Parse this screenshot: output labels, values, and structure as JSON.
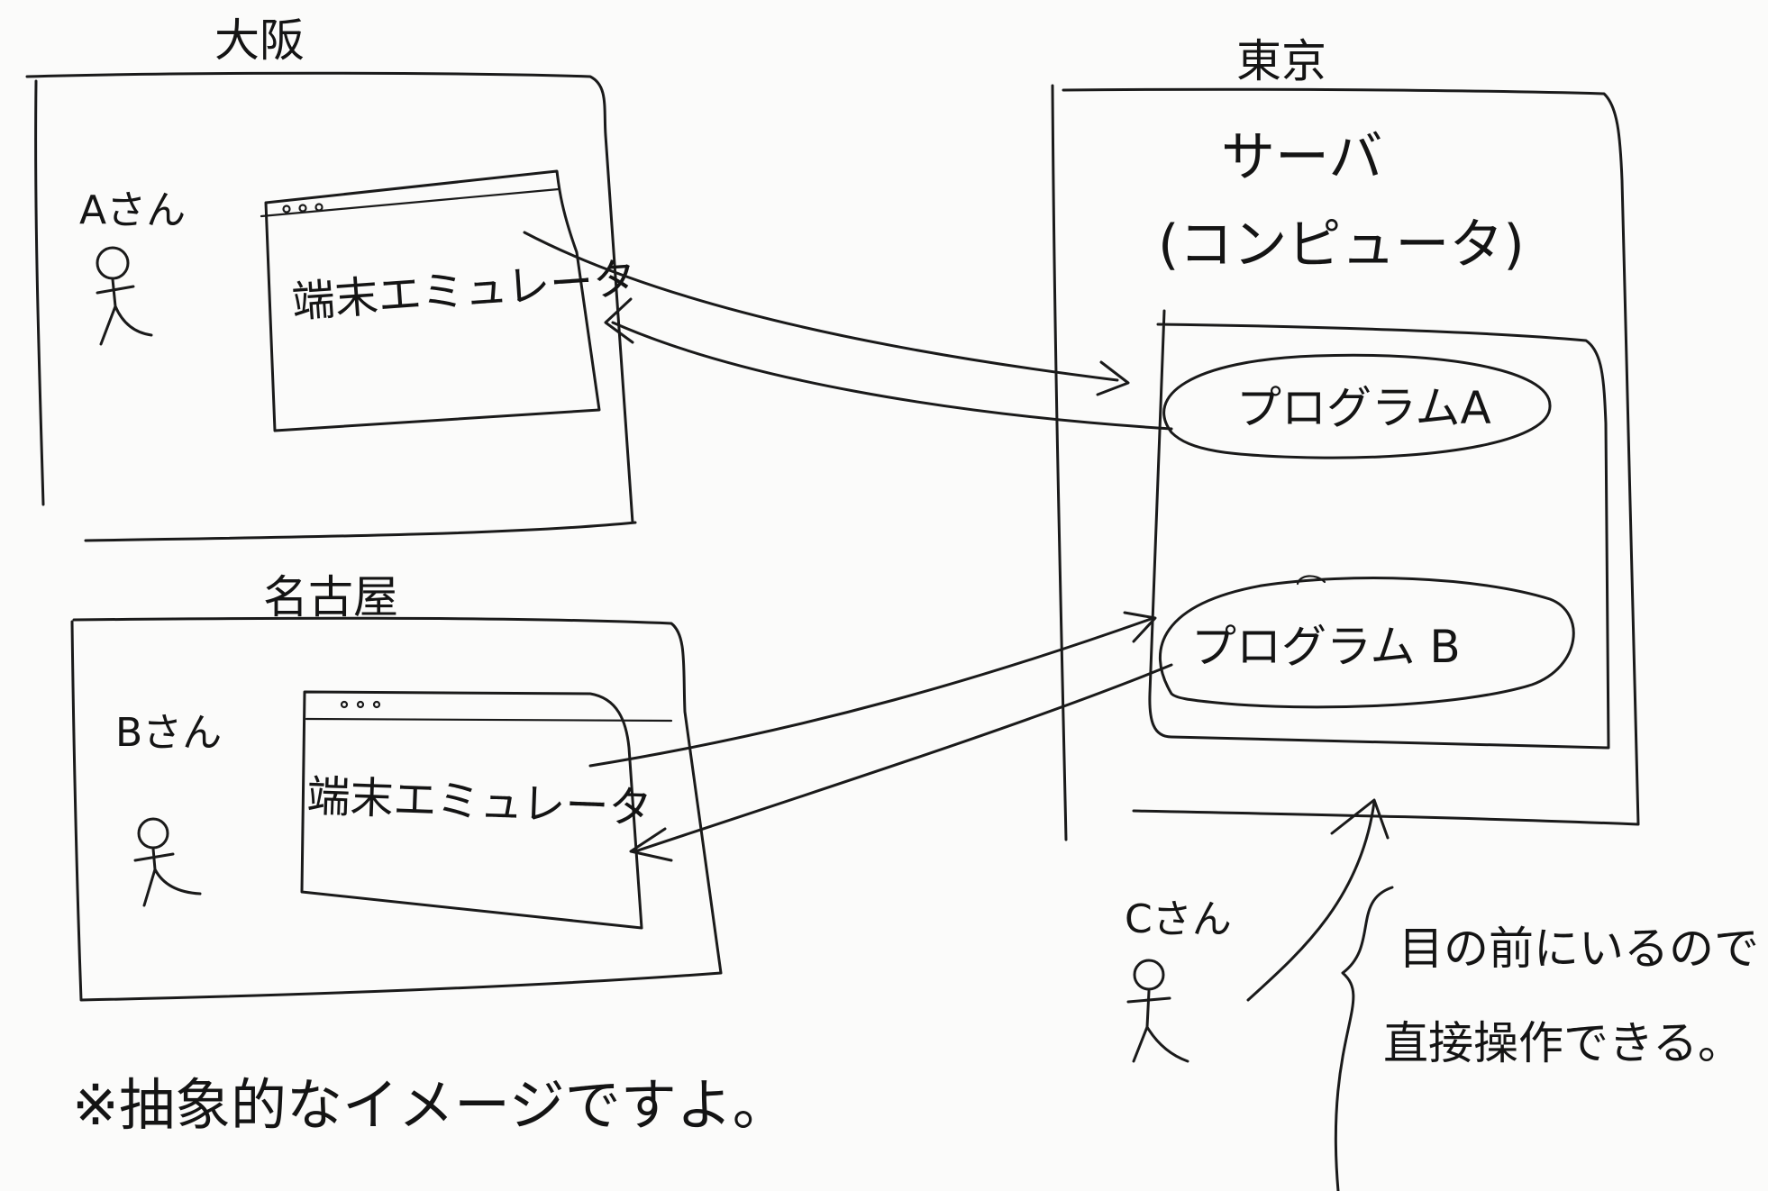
{
  "regions": {
    "osaka": "大阪",
    "nagoya": "名古屋",
    "tokyo": "東京"
  },
  "people": {
    "a": "Aさん",
    "b": "Bさん",
    "c": "Cさん"
  },
  "terminals": {
    "osaka": "端末エミュレータ",
    "nagoya": "端末エミュレータ"
  },
  "server": {
    "line1": "サーバ",
    "line2": "(コンピュータ)"
  },
  "programs": {
    "a": "プログラムA",
    "b": "プログラム B"
  },
  "note": {
    "line1": "目の前にいるので",
    "line2": "直接操作できる。"
  },
  "footer": "※抽象的なイメージですよ。"
}
